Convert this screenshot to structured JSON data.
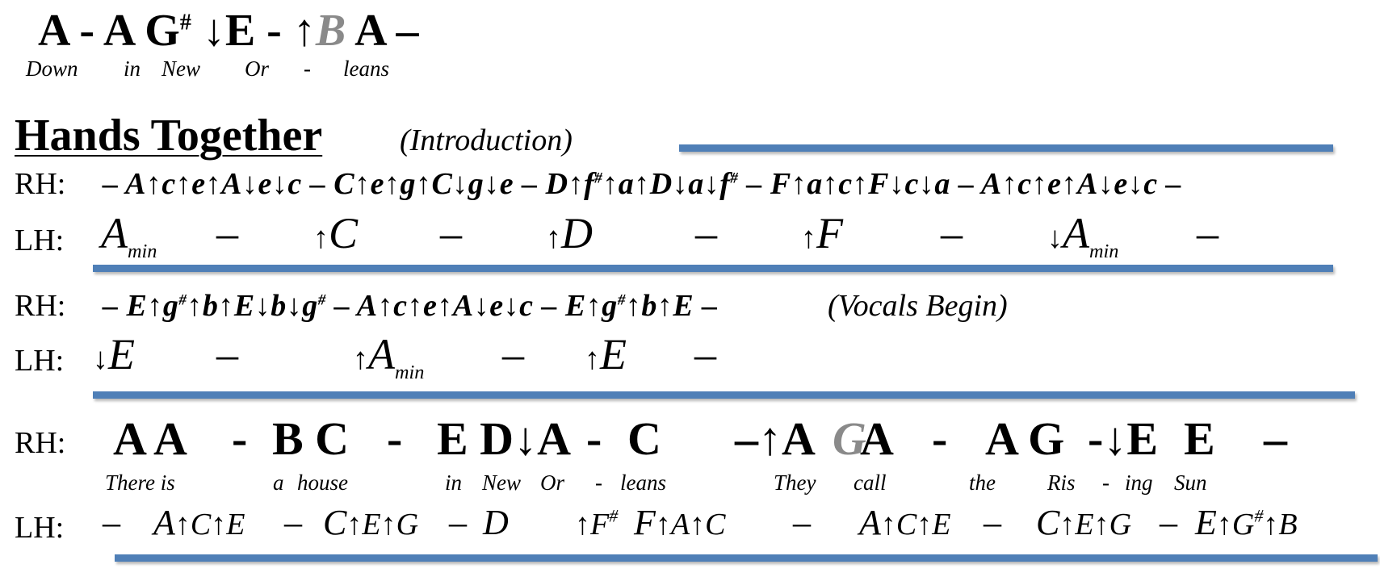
{
  "melody_line": {
    "notes": "A - A G# ↓E - ↑B A –",
    "parts": [
      "A - A G",
      "#",
      " ↓E - ↑",
      "B",
      " A –"
    ],
    "lyrics": [
      "Down",
      "in",
      "New",
      "Or",
      "-",
      "leans"
    ]
  },
  "section": {
    "title": "Hands Together",
    "subtitle": "(Introduction)"
  },
  "labels": {
    "rh": "RH:",
    "lh": "LH:"
  },
  "block1": {
    "rh": [
      "– A↑c↑e↑A↓e↓c – C↑e↑g↑C↓g↓e – D↑f",
      "#",
      "↑a↑D↓a↓f",
      "#",
      " – F↑a↑c↑F↓c↓a – A↑c↑e↑A↓e↓c –"
    ],
    "lh": [
      {
        "arrow": "",
        "note": "A",
        "sub": "min"
      },
      {
        "dash": "–"
      },
      {
        "arrow": "↑",
        "note": "C"
      },
      {
        "dash": "–"
      },
      {
        "arrow": "↑",
        "note": "D"
      },
      {
        "dash": "–"
      },
      {
        "arrow": "↑",
        "note": "F"
      },
      {
        "dash": "–"
      },
      {
        "arrow": "↓",
        "note": "A",
        "sub": "min"
      },
      {
        "dash": "–"
      }
    ]
  },
  "block2": {
    "rh": [
      "– E↑g",
      "#",
      "↑b↑E↓b↓g",
      "#",
      " – A↑c↑e↑A↓e↓c – E↑g",
      "#",
      "↑b↑E –"
    ],
    "vocals": "(Vocals Begin)",
    "lh": [
      {
        "arrow": "↓",
        "note": "E"
      },
      {
        "dash": "–"
      },
      {
        "arrow": "↑",
        "note": "A",
        "sub": "min"
      },
      {
        "dash": "–"
      },
      {
        "arrow": "↑",
        "note": "E"
      },
      {
        "dash": "–"
      }
    ]
  },
  "block3": {
    "rh_parts": [
      "A A",
      "-",
      "B C",
      "-",
      "E D↓A",
      "-",
      "C",
      "–↑A",
      "G",
      "A",
      "-",
      "A G",
      "-↓E",
      "E",
      "–"
    ],
    "lyrics": [
      "There is",
      "a",
      "house",
      "in",
      "New",
      "Or",
      "-",
      "leans",
      "They",
      "call",
      "the",
      "Ris",
      "-",
      "ing",
      "Sun"
    ],
    "lh_parts": [
      "–",
      "A",
      "↑C↑E",
      "–",
      "C",
      "↑E↑G",
      "–",
      "D",
      "↑F",
      "#",
      "F",
      "↑A↑C",
      "–",
      "A",
      "↑C↑E",
      "–",
      "C",
      "↑E↑G",
      "–",
      "E",
      "↑G",
      "#",
      "↑B"
    ]
  },
  "colors": {
    "rule": "#4f7fb7",
    "ghost_note": "#8a8a8a"
  }
}
